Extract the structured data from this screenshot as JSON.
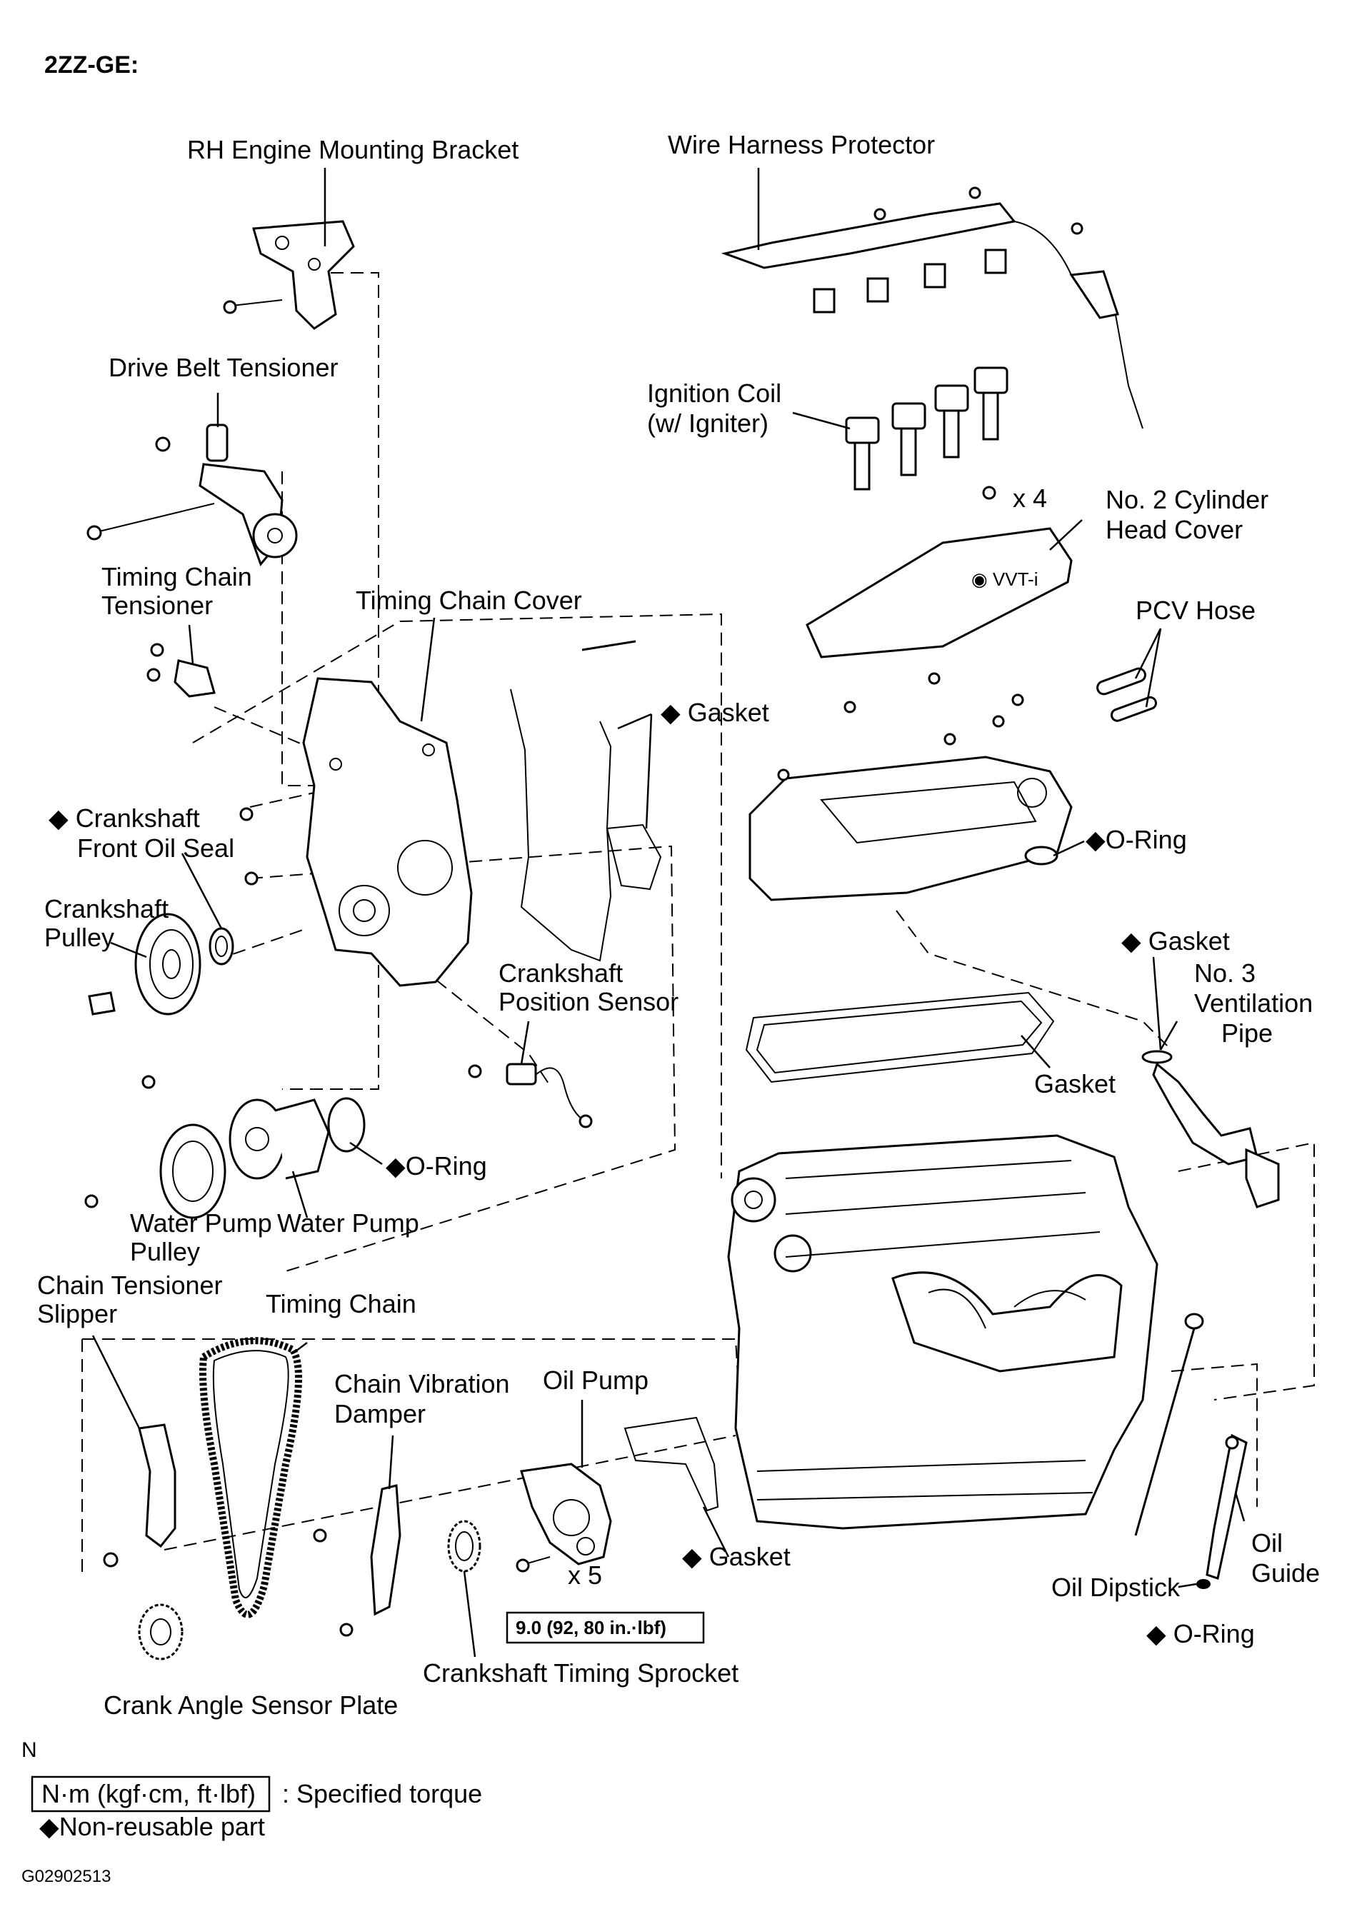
{
  "title": "2ZZ-GE:",
  "labels": {
    "rh_mount": "RH Engine Mounting Bracket",
    "wire_harness": "Wire Harness Protector",
    "drive_belt": "Drive Belt Tensioner",
    "ign_coil_1": "Ignition Coil",
    "ign_coil_2": "(w/ Igniter)",
    "x4": "x 4",
    "no2_head_1": "No. 2 Cylinder",
    "no2_head_2": "Head Cover",
    "tc_tensioner_1": "Timing Chain",
    "tc_tensioner_2": "Tensioner",
    "tc_cover": "Timing Chain Cover",
    "pcv": "PCV Hose",
    "gasket_top": "Gasket",
    "cs_seal_1": "Crankshaft",
    "cs_seal_2": "Front Oil Seal",
    "oring_valve": "O-Ring",
    "cs_pulley_1": "Crankshaft",
    "cs_pulley_2": "Pulley",
    "gasket_vent": "Gasket",
    "no3_vent_1": "No. 3",
    "no3_vent_2": "Ventilation",
    "no3_vent_3": "Pipe",
    "cs_sensor_1": "Crankshaft",
    "cs_sensor_2": "Position Sensor",
    "gasket_head": "Gasket",
    "oring_wp": "O-Ring",
    "wp_pulley_1": "Water Pump",
    "wp_pulley_2": "Pulley",
    "wp": "Water Pump",
    "slipper_1": "Chain Tensioner",
    "slipper_2": "Slipper",
    "timing_chain": "Timing Chain",
    "damper_1": "Chain Vibration",
    "damper_2": "Damper",
    "oil_pump": "Oil Pump",
    "gasket_pump": "Gasket",
    "x5": "x 5",
    "oil_guide_1": "Oil",
    "oil_guide_2": "Guide",
    "oil_dipstick": "Oil Dipstick",
    "oring_guide": "O-Ring",
    "torque": "9.0 (92, 80 in.·lbf)",
    "sprocket": "Crankshaft Timing Sprocket",
    "crank_plate": "Crank Angle Sensor Plate"
  },
  "north_mark": "N",
  "legend": {
    "torque_box": "N·m (kgf·cm, ft·lbf)",
    "torque_desc": ": Specified torque",
    "non_reusable": "Non-reusable  part"
  },
  "figure_code": "G02902513"
}
